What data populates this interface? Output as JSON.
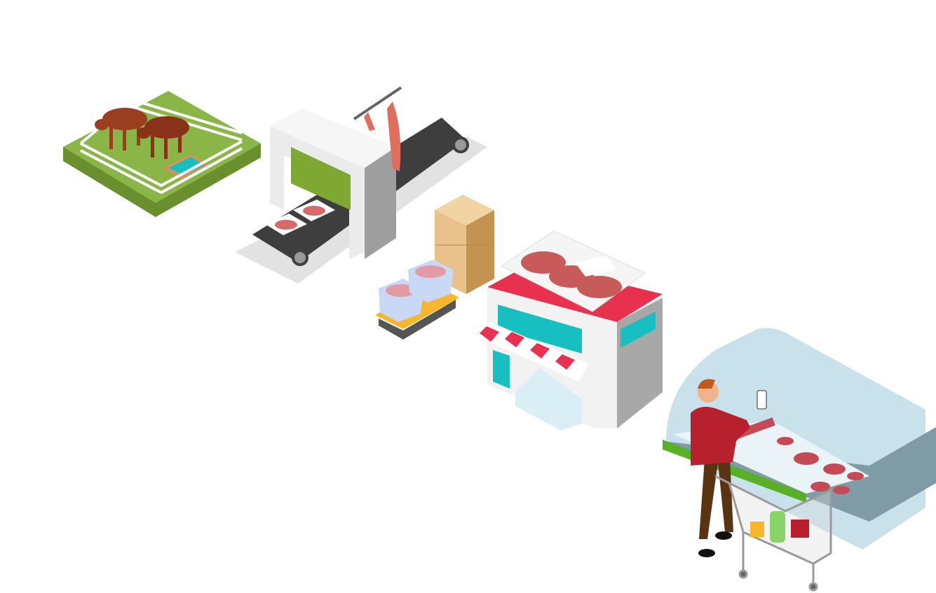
{
  "illustration": {
    "stages": [
      "farm",
      "processing",
      "packaging",
      "retail-store",
      "supermarket"
    ],
    "colors": {
      "grass": "#8ab547",
      "grass_dark": "#6a8f2e",
      "cow": "#9b3d1f",
      "conveyor": "#3e3e3e",
      "machine": "#e8e8e8",
      "curtain": "#7fa832",
      "box": "#e8c28a",
      "pallet": "#f7b62b",
      "store_red": "#e8304f",
      "store_teal": "#17bfc0",
      "meat": "#d96a6a",
      "fridge_glass": "#bcd9e3",
      "fridge_body": "#7f9ba6",
      "shirt": "#b8202e",
      "pants": "#5a3312"
    }
  }
}
